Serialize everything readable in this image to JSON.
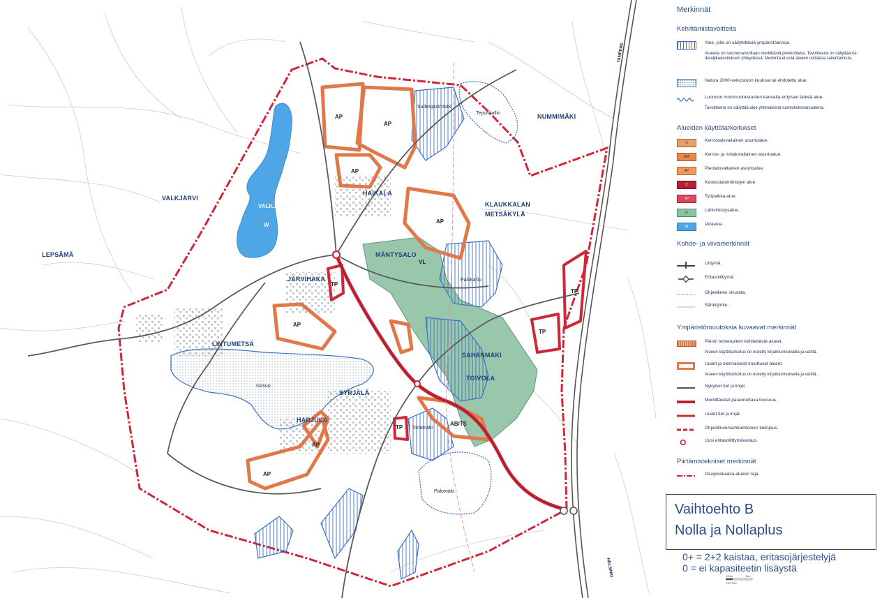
{
  "map": {
    "place_labels": {
      "valkjarvi": "VALKJÄRVI",
      "valkjarvi_lake": "VALKJÄRVI",
      "lepsama": "LEPSÄMÄ",
      "haikala": "HAIKALA",
      "klaukkalan": "KLAUKKALAN",
      "metsakyla": "METSÄKYLÄ",
      "nummimaki": "NUMMIMÄKI",
      "mantysalo": "MÄNTYSALO",
      "jarvihaka": "JÄRVIHAKA",
      "lintumetsa": "LINTUMETSÄ",
      "syrjala": "SYRJÄLÄ",
      "harjula": "HARJULA",
      "sahanmaki": "SAHANMÄKI",
      "toivola": "TOIVOLA",
      "isosuo": "Isosuo",
      "palomaki": "Palomäki",
      "palokallio": "Palokallio",
      "suden": "Sudenpulinmäki",
      "teponkallio": "Teponkallio",
      "tornimaki": "Tornimäki",
      "tampere": "TAMPERE",
      "helsinki": "HELSINKI"
    },
    "area_codes": {
      "ap": "AP",
      "tp": "TP",
      "w": "W",
      "vl": "VL",
      "ab_ts": "AB/TS"
    }
  },
  "legend": {
    "title": "Merkinnät",
    "sections": {
      "kehittamis": "Kehittämistavoitteita",
      "kaytto": "Alueiden käyttötarkoitukset",
      "kohde": "Kohde- ja viivamerkinnät",
      "ymparisto": "Ympäristömuutoksia kuvaavat merkinnät",
      "piirto": "Piirtämistekniset merkinnät"
    },
    "items": {
      "alue_arvoja": "Alue, jolla on säilytettäviä ympäristöarvoja.",
      "alue_arvoja_note": "Alueella on luonnonarvoiltaan merkittäviä pienkohteita. Tavoitteena on säilyttää ne detaljikaavoituksen yhteydessä. Merkintä ei estä alueen osittaista rakentamista.",
      "natura": "Natura 2000-verkostoon kuuluva tai ehdotettu alue.",
      "luonnon": "Luonnon monimuotoisuuden kannalta erityisen tärkeä alue.",
      "luonnon_note": "Tavoitteena on säilyttää alue yhtenäisenä luontokokonaisuutena.",
      "kerrostalo": "Kerrostalovaltainen asuntoalue.",
      "rivitalo": "Kerros- ja rivitalovaltainen asuntoalue.",
      "pientalo": "Pientalovaltainen asuntoalue.",
      "keskusta": "Keskustatoimintojen alue.",
      "tyopaikka": "Työpaikka-alue.",
      "lahivirkistys": "Lähivirkistysalue.",
      "vesialue": "Vesialue.",
      "liittyma": "Liittymä.",
      "eritasoliittyma": "Eritasoliittymä.",
      "sivurata": "Ohjeellinen sivurata.",
      "sahkojohto": "Sähköjohto.",
      "pienin": "Pienin toimenpitein kehitettävät alueet.",
      "pienin_note": "Alueen käyttötarkoitus on esitetty kirjaintunnuksella ja värillä.",
      "uudet_alueet": "Uudet ja olennaisesti muuttuvat alueet.",
      "uudet_alueet_note": "Alueen käyttötarkoitus on esitetty kirjaintunnuksella ja värillä.",
      "nykyiset": "Nykyiset tiet ja linjat.",
      "parannettava": "Merkittävästi parannettava tieosuus.",
      "uudet_tiet": "Uudet tiet ja linjat.",
      "ohjeellinen": "Ohjeellinen/vaihtoehtoinen tielinjaus.",
      "uusi_eritaso": "Uusi eritasoliittymävaraus.",
      "raja": "Osayleiskaava-alueen raja."
    },
    "sym_codes": {
      "a": "A",
      "aa": "A/A",
      "ap": "AP",
      "c": "C",
      "tp": "TP",
      "vl": "VL",
      "w": "W"
    }
  },
  "titlebox": {
    "line1": "Vaihtoehto B",
    "line2": "Nolla ja Nollaplus"
  },
  "notes": {
    "n1": "0+ = 2+2 kaistaa, eritasojärjestelyjä",
    "n2": "0 = ei kapasiteetin lisäystä"
  },
  "scale": {
    "left": "100m",
    "right": "1km",
    "ratio": "1:40 000"
  },
  "colors": {
    "boundary": "#d0263a",
    "water": "#4ea6e6",
    "recreation": "#8fc1a4",
    "new_area": "#e0784a",
    "road": "#555555",
    "nature": "#3b6fc4"
  }
}
